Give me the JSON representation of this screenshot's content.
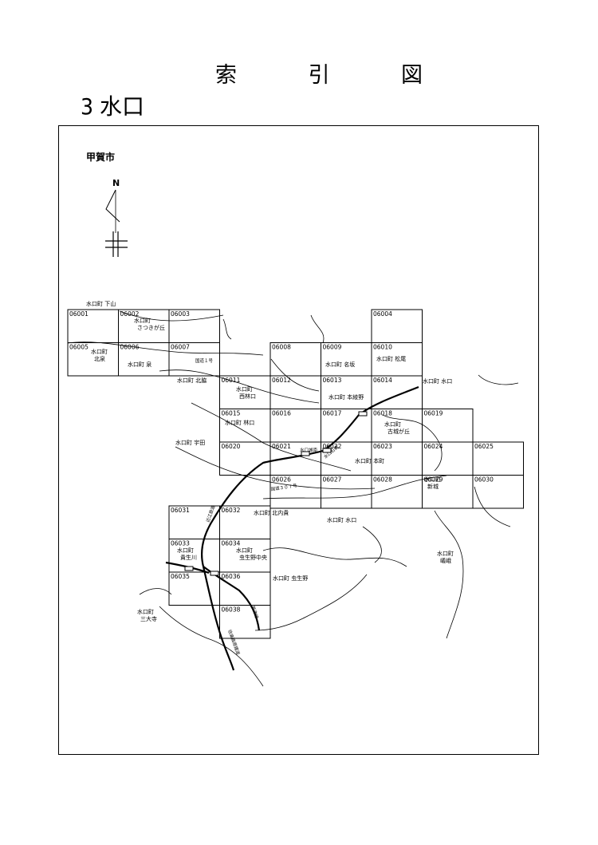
{
  "title": {
    "chars": [
      "索",
      "引",
      "図"
    ]
  },
  "subtitle": {
    "number": "3",
    "name": "水口"
  },
  "map": {
    "city_label": "甲賀市",
    "north_label": "N",
    "grid_cells": [
      "06001",
      "06002",
      "06003",
      "06004",
      "06005",
      "06006",
      "06007",
      "06008",
      "06009",
      "06010",
      "06011",
      "06012",
      "06013",
      "06014",
      "06015",
      "06016",
      "06017",
      "06018",
      "06019",
      "06020",
      "06021",
      "06022",
      "06023",
      "06024",
      "06025",
      "06026",
      "06027",
      "06028",
      "06029",
      "06030",
      "06031",
      "06032",
      "06033",
      "06034",
      "06035",
      "06036",
      "06038"
    ],
    "place_names": [
      "水口町 下山",
      "水口町\nさつきが丘",
      "水口町\n北泉",
      "水口町 泉",
      "水口町 名坂",
      "水口町 松尾",
      "水口町 北脇",
      "水口町\n西林口",
      "水口町 水口",
      "水口町 本綾野",
      "水口町 林口",
      "水口町\n古城が丘",
      "水口町 宇田",
      "水口町 本町",
      "水口町\n新城",
      "水口町 北内貴",
      "水口町 水口",
      "水口町\n貴生川",
      "水口町\n虫生野中央",
      "水口町\n嶬峨",
      "水口町 虫生野",
      "水口町\n三大寺"
    ],
    "road_labels": [
      "国道１号",
      "国道３０７号",
      "水口城南",
      "水口石橋",
      "近江鉄道",
      "信楽高原鐵道",
      "草津線"
    ]
  }
}
